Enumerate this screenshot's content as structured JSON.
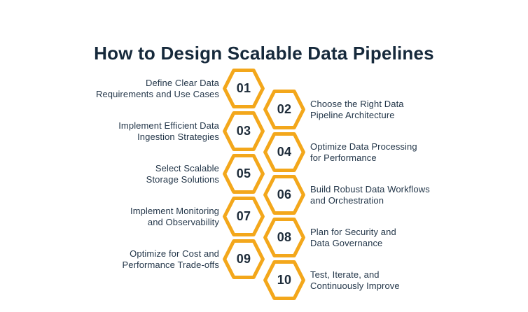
{
  "title": "How to Design Scalable Data Pipelines",
  "colors": {
    "background": "#FFFFFF",
    "title_text": "#16293B",
    "step_text": "#24374A",
    "hexagon_border": "#F3A71B",
    "hexagon_fill": "#FFFFFF",
    "number_text": "#1E2C3A"
  },
  "steps": [
    {
      "number": "01",
      "side": "left",
      "label": "Define Clear Data\nRequirements and Use Cases"
    },
    {
      "number": "02",
      "side": "right",
      "label": "Choose the Right Data\nPipeline Architecture"
    },
    {
      "number": "03",
      "side": "left",
      "label": "Implement Efficient Data\nIngestion Strategies"
    },
    {
      "number": "04",
      "side": "right",
      "label": "Optimize Data Processing\nfor Performance"
    },
    {
      "number": "05",
      "side": "left",
      "label": "Select Scalable\nStorage Solutions"
    },
    {
      "number": "06",
      "side": "right",
      "label": "Build Robust Data Workflows\nand Orchestration"
    },
    {
      "number": "07",
      "side": "left",
      "label": "Implement Monitoring\nand Observability"
    },
    {
      "number": "08",
      "side": "right",
      "label": "Plan for Security and\nData Governance"
    },
    {
      "number": "09",
      "side": "left",
      "label": "Optimize for Cost and\nPerformance Trade-offs"
    },
    {
      "number": "10",
      "side": "right",
      "label": "Test, Iterate, and\nContinuously Improve"
    }
  ]
}
